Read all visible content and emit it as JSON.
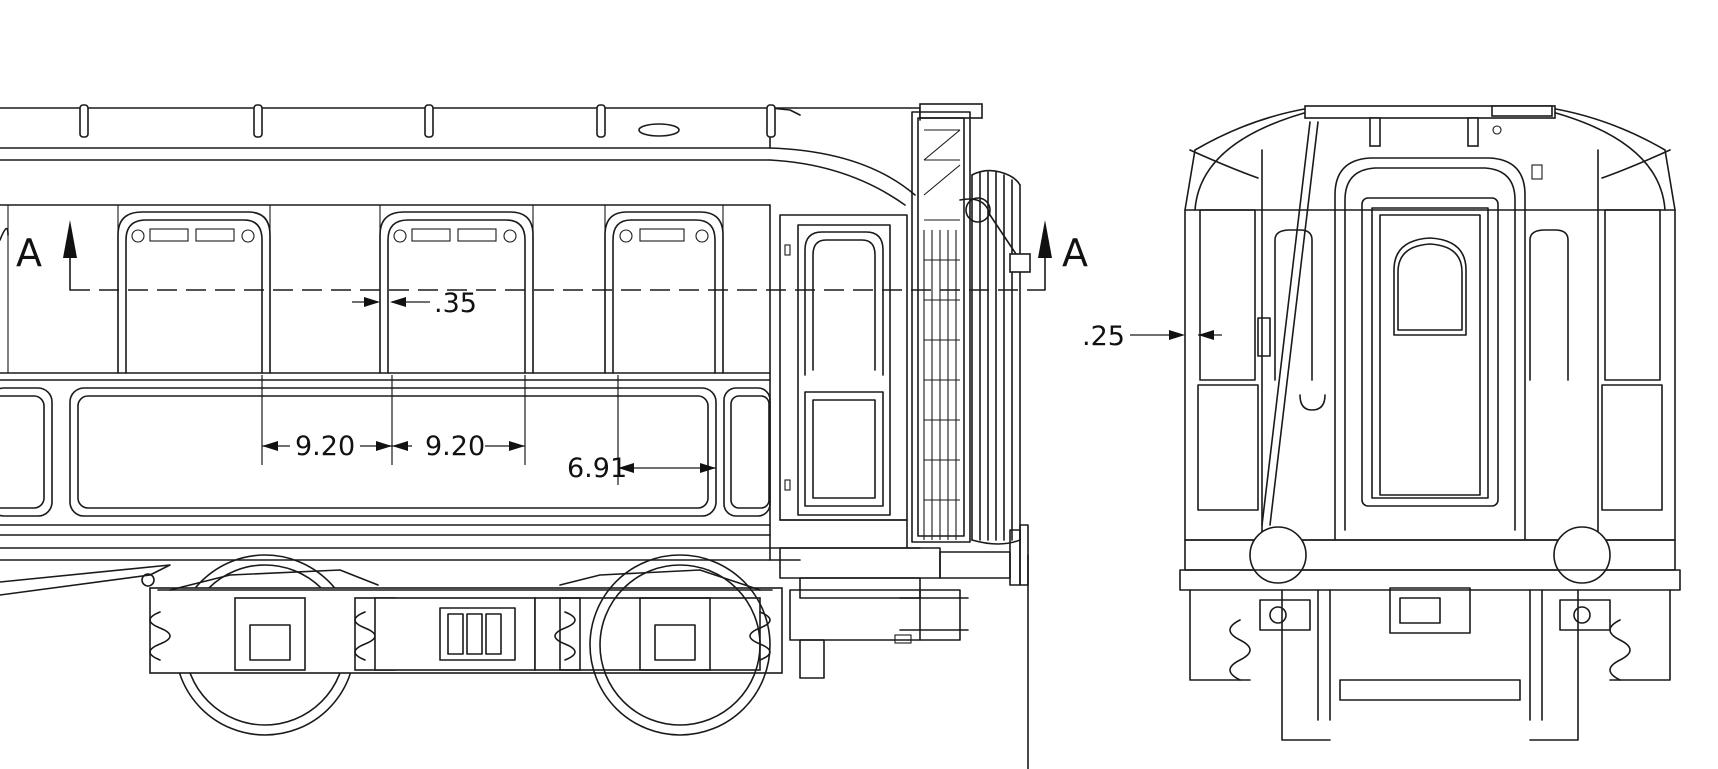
{
  "section": {
    "left_label": "A",
    "right_label": "A"
  },
  "dimensions": {
    "dim_035": ".35",
    "dim_920_a": "9.20",
    "dim_920_b": "9.20",
    "dim_691": "6.91",
    "dim_025": ".25"
  }
}
